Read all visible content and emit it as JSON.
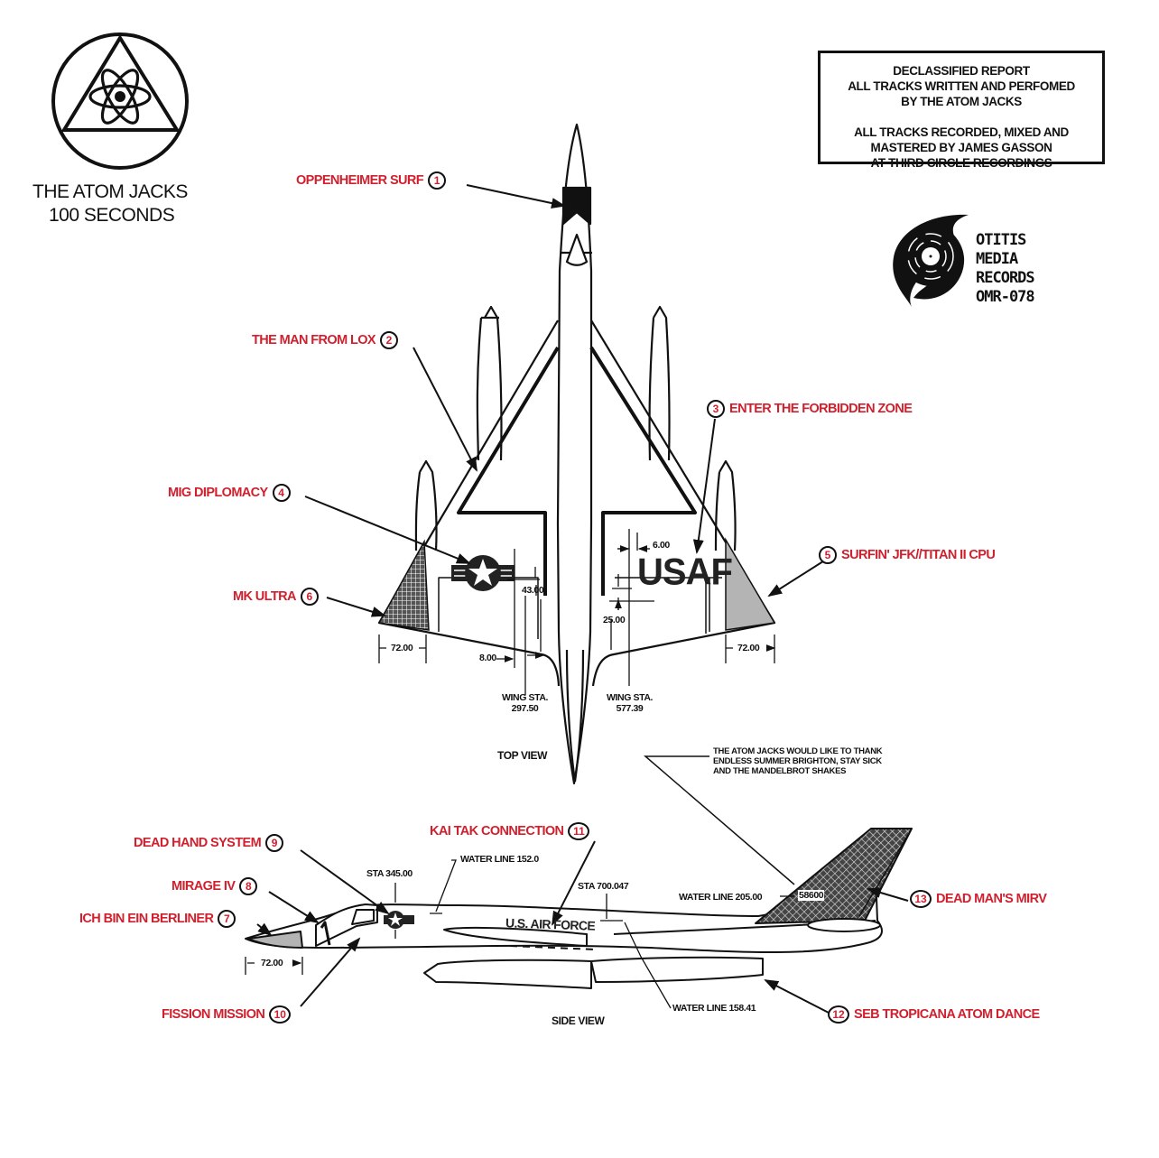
{
  "band": {
    "name": "THE ATOM JACKS",
    "album": "100 SECONDS",
    "logo_icon": "atom-triangle-circle-icon"
  },
  "credits": {
    "lines_a": [
      "DECLASSIFIED REPORT",
      "ALL TRACKS WRITTEN AND PERFOMED",
      "BY THE ATOM JACKS"
    ],
    "lines_b": [
      "ALL TRACKS RECORDED, MIXED AND",
      "MASTERED BY JAMES GASSON",
      "AT THIRD CIRCLE RECORDINGS"
    ]
  },
  "label": {
    "lines": [
      "OTITIS",
      "MEDIA",
      "RECORDS"
    ],
    "catalog": "OMR-078",
    "logo_icon": "vinyl-cyclone-icon"
  },
  "tracks": [
    {
      "num": "1",
      "title": "OPPENHEIMER SURF"
    },
    {
      "num": "2",
      "title": "THE MAN FROM LOX"
    },
    {
      "num": "3",
      "title": "ENTER THE FORBIDDEN ZONE"
    },
    {
      "num": "4",
      "title": "MIG DIPLOMACY"
    },
    {
      "num": "5",
      "title": "SURFIN' JFK//TITAN II CPU"
    },
    {
      "num": "6",
      "title": "MK ULTRA"
    },
    {
      "num": "7",
      "title": "ICH BIN EIN BERLINER"
    },
    {
      "num": "8",
      "title": "MIRAGE IV"
    },
    {
      "num": "9",
      "title": "DEAD HAND SYSTEM"
    },
    {
      "num": "10",
      "title": "FISSION MISSION"
    },
    {
      "num": "11",
      "title": "KAI TAK CONNECTION"
    },
    {
      "num": "12",
      "title": "SEB TROPICANA ATOM DANCE"
    },
    {
      "num": "13",
      "title": "DEAD MAN'S MIRV"
    }
  ],
  "top_view": {
    "caption": "TOP VIEW",
    "marking": "USAF",
    "dims": {
      "d6": "6.00",
      "d43": "43.00",
      "d25": "25.00",
      "d8": "8.00",
      "d72_left": "72.00",
      "d72_right": "72.00",
      "wing_sta_left_label": "WING STA.",
      "wing_sta_left_value": "297.50",
      "wing_sta_right_label": "WING STA.",
      "wing_sta_right_value": "577.39"
    }
  },
  "thanks": [
    "THE ATOM JACKS WOULD LIKE TO THANK",
    "ENDLESS SUMMER BRIGHTON, STAY SICK",
    "AND THE MANDELBROT SHAKES"
  ],
  "side_view": {
    "caption": "SIDE VIEW",
    "marking": "U.S. AIR FORCE",
    "tail_code": "58600",
    "dims": {
      "sta_345": "STA 345.00",
      "water_line_152": "WATER LINE 152.0",
      "sta_700": "STA 700.047",
      "water_line_205": "WATER LINE 205.00",
      "water_line_158": "WATER LINE 158.41",
      "d72": "72.00"
    }
  },
  "colors": {
    "track_red": "#d0202e",
    "ink": "#111111",
    "panel_gray": "#b4b4b4"
  }
}
